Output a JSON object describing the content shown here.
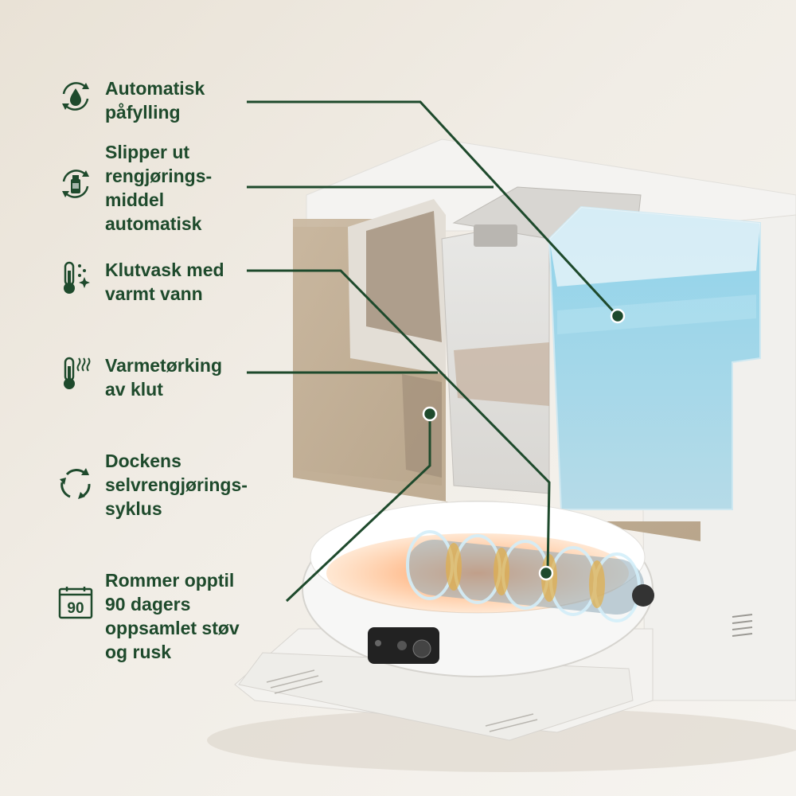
{
  "colors": {
    "accent": "#1e4a2c",
    "water": "#7ecbe2",
    "background": "#efeae2"
  },
  "features": [
    {
      "icon": "refill-water-drop-icon",
      "label": "Automatisk\npåfylling"
    },
    {
      "icon": "detergent-bottle-icon",
      "label": "Slipper ut\nrengjørings-\nmiddel\nautomatisk"
    },
    {
      "icon": "thermometer-sparkle-icon",
      "label": "Klutvask med\nvarmt vann"
    },
    {
      "icon": "thermometer-heat-icon",
      "label": "Varmetørking\nav klut"
    },
    {
      "icon": "recycle-arrows-icon",
      "label": "Dockens\nselvrengjørings-\nsyklus"
    },
    {
      "icon": "calendar-90-icon",
      "label": "Rommer opptil\n90 dagers\noppsamlet støv\nog rusk",
      "calendar_number": "90"
    }
  ]
}
